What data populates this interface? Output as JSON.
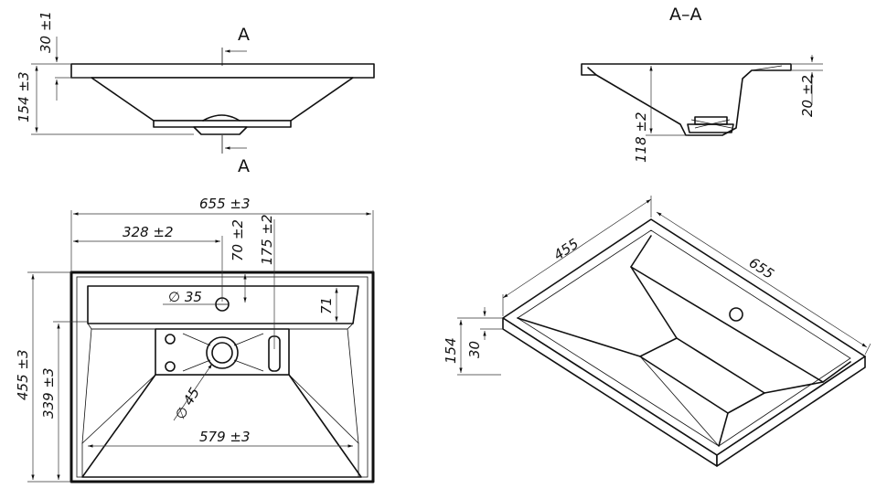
{
  "section": {
    "marker": "A",
    "title": "A–A"
  },
  "dimensions": {
    "side_top_thickness": "30 ±1",
    "side_height": "154 ±3",
    "width": "655 ±3",
    "center_offset": "328 ±2",
    "hole_offset": "70 ±2",
    "drain_offset": "175 ±2",
    "hole_diameter": "∅ 35",
    "shelf_depth": "71",
    "drain_diameter": "∅ 45",
    "depth": "455 ±3",
    "inner_depth": "339 ±3",
    "inner_width": "579 ±3",
    "section_depth": "118 ±2",
    "section_step": "20 ±2",
    "iso_depth": "455",
    "iso_width": "655",
    "iso_height": "154",
    "iso_thickness": "30"
  }
}
